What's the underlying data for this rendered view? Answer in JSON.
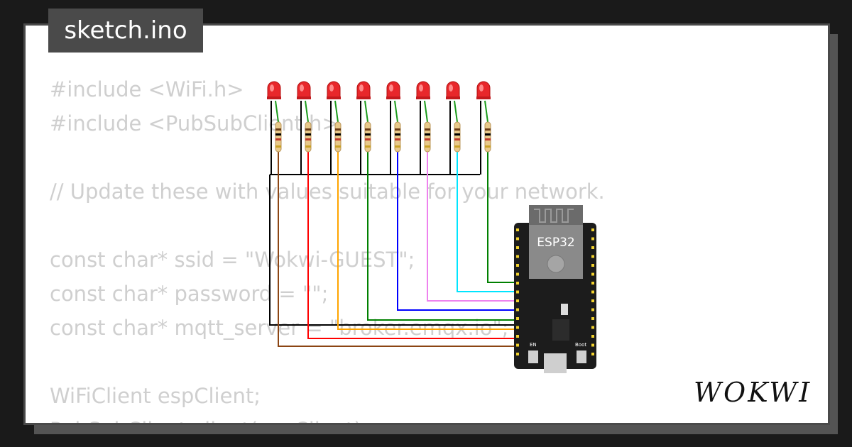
{
  "tab": {
    "label": "sketch.ino"
  },
  "code_lines": [
    "#include <WiFi.h>",
    "#include <PubSubClient.h>",
    "",
    "// Update these with values suitable for your network.",
    "",
    "const char* ssid = \"Wokwi-GUEST\";",
    "const char* password = \"\";",
    "const char* mqtt_server = \"broker.emqx.io\";",
    "",
    "WiFiClient espClient;",
    "PubSubClient client(espClient);"
  ],
  "board": {
    "label": "ESP32",
    "en_label": "EN",
    "boot_label": "Boot"
  },
  "brand": {
    "logo_text": "WOKWI"
  },
  "leds": [
    {
      "wire_color": "#8B4513"
    },
    {
      "wire_color": "#ff0000"
    },
    {
      "wire_color": "#ffa500"
    },
    {
      "wire_color": "#008000"
    },
    {
      "wire_color": "#0000ff"
    },
    {
      "wire_color": "#ee82ee"
    },
    {
      "wire_color": "#00e5ff"
    },
    {
      "wire_color": "#008000"
    }
  ],
  "colors": {
    "led": "#e8272b",
    "board": "#1c1c1c",
    "pin": "#f2d22e",
    "code_text": "#cfcfcf"
  }
}
